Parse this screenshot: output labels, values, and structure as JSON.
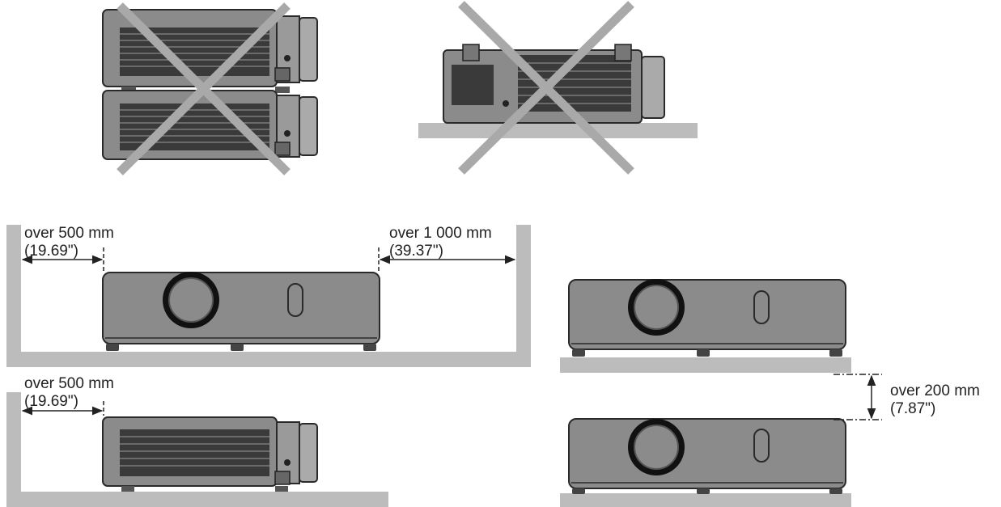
{
  "colors": {
    "floor": "#bcbcbc",
    "wall": "#bcbcbc",
    "body": "#8b8b8b",
    "body_outline": "#2a2a2a",
    "lens_ring": "#111111",
    "cross": "#a9a9a9",
    "text": "#222222"
  },
  "labels": {
    "side_left_top": {
      "line1": "over 500 mm",
      "line2": "(19.69\")"
    },
    "side_right_top": {
      "line1": "over 1 000 mm",
      "line2": "(39.37\")"
    },
    "side_left_bottom": {
      "line1": "over 500 mm",
      "line2": "(19.69\")"
    },
    "vertical_gap": {
      "line1": "over 200 mm",
      "line2": "(7.87\")"
    }
  }
}
